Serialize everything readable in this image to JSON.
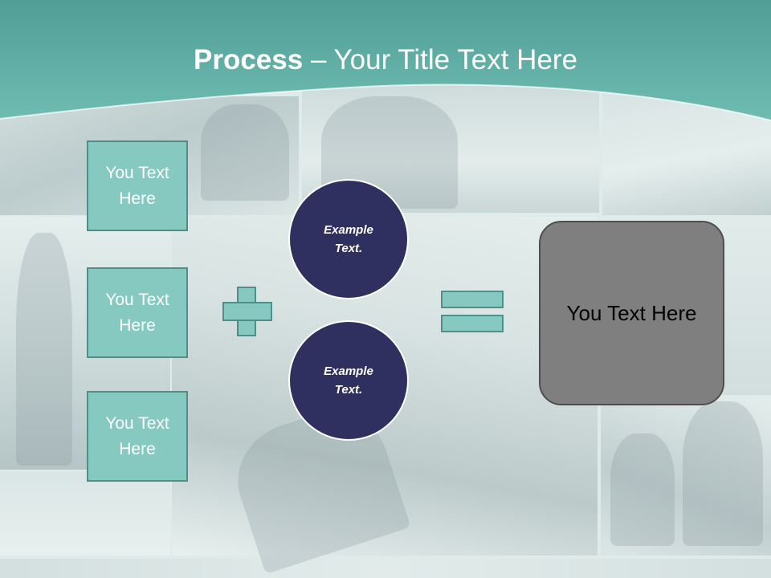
{
  "title": {
    "bold": "Process",
    "dash": " – ",
    "rest": "Your Title Text Here"
  },
  "left_boxes": [
    {
      "text": "You Text Here"
    },
    {
      "text": "You Text Here"
    },
    {
      "text": "You Text Here"
    }
  ],
  "circles": [
    {
      "text": "Example Text."
    },
    {
      "text": "Example Text."
    }
  ],
  "result_box": {
    "text": "You Text Here"
  },
  "colors": {
    "header_teal": "#5fb0a7",
    "box_fill": "#86c9c1",
    "circle_fill": "#303060",
    "result_fill": "#7f7f7f"
  }
}
